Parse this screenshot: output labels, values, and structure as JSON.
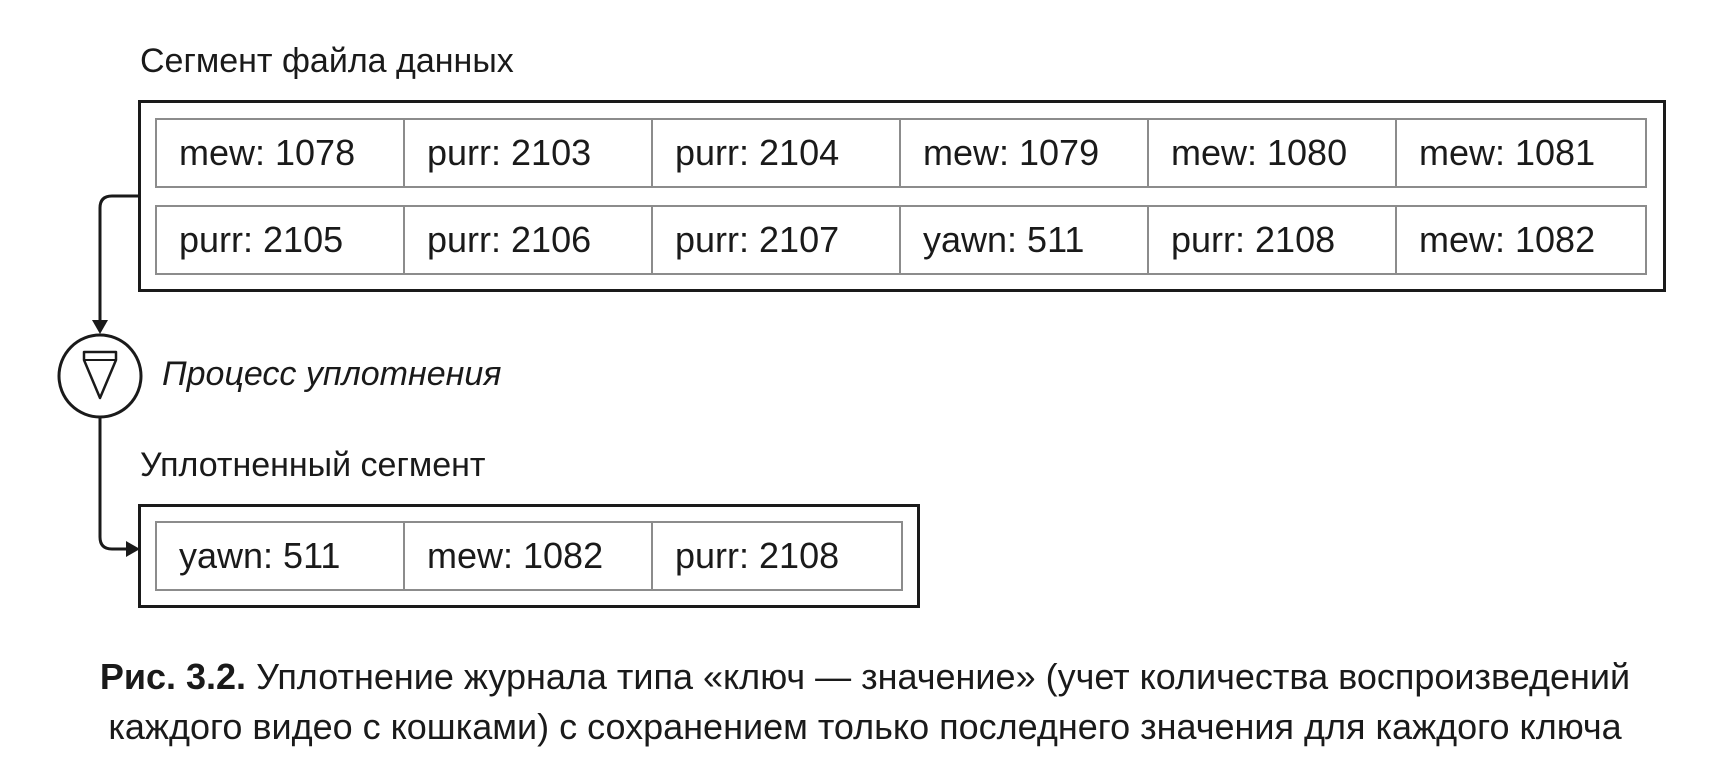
{
  "source_segment": {
    "title": "Сегмент файла данных",
    "rows": [
      [
        "mew: 1078",
        "purr: 2103",
        "purr: 2104",
        "mew: 1079",
        "mew: 1080",
        "mew: 1081"
      ],
      [
        "purr: 2105",
        "purr: 2106",
        "purr: 2107",
        "yawn: 511",
        "purr: 2108",
        "mew: 1082"
      ]
    ]
  },
  "process": {
    "label": "Процесс уплотнения",
    "icon": "down-arrow-circle-icon"
  },
  "compacted_segment": {
    "title": "Уплотненный сегмент",
    "cells": [
      "yawn: 511",
      "mew: 1082",
      "purr: 2108"
    ]
  },
  "caption": {
    "figure_label": "Рис. 3.2.",
    "line1": " Уплотнение журнала типа «ключ — значение» (учет количества воспроизведений",
    "line2": "каждого видео с кошками) с сохранением только последнего значения для каждого ключа"
  },
  "colors": {
    "stroke": "#1a1a1a",
    "cell_border": "#8c8c8c"
  }
}
